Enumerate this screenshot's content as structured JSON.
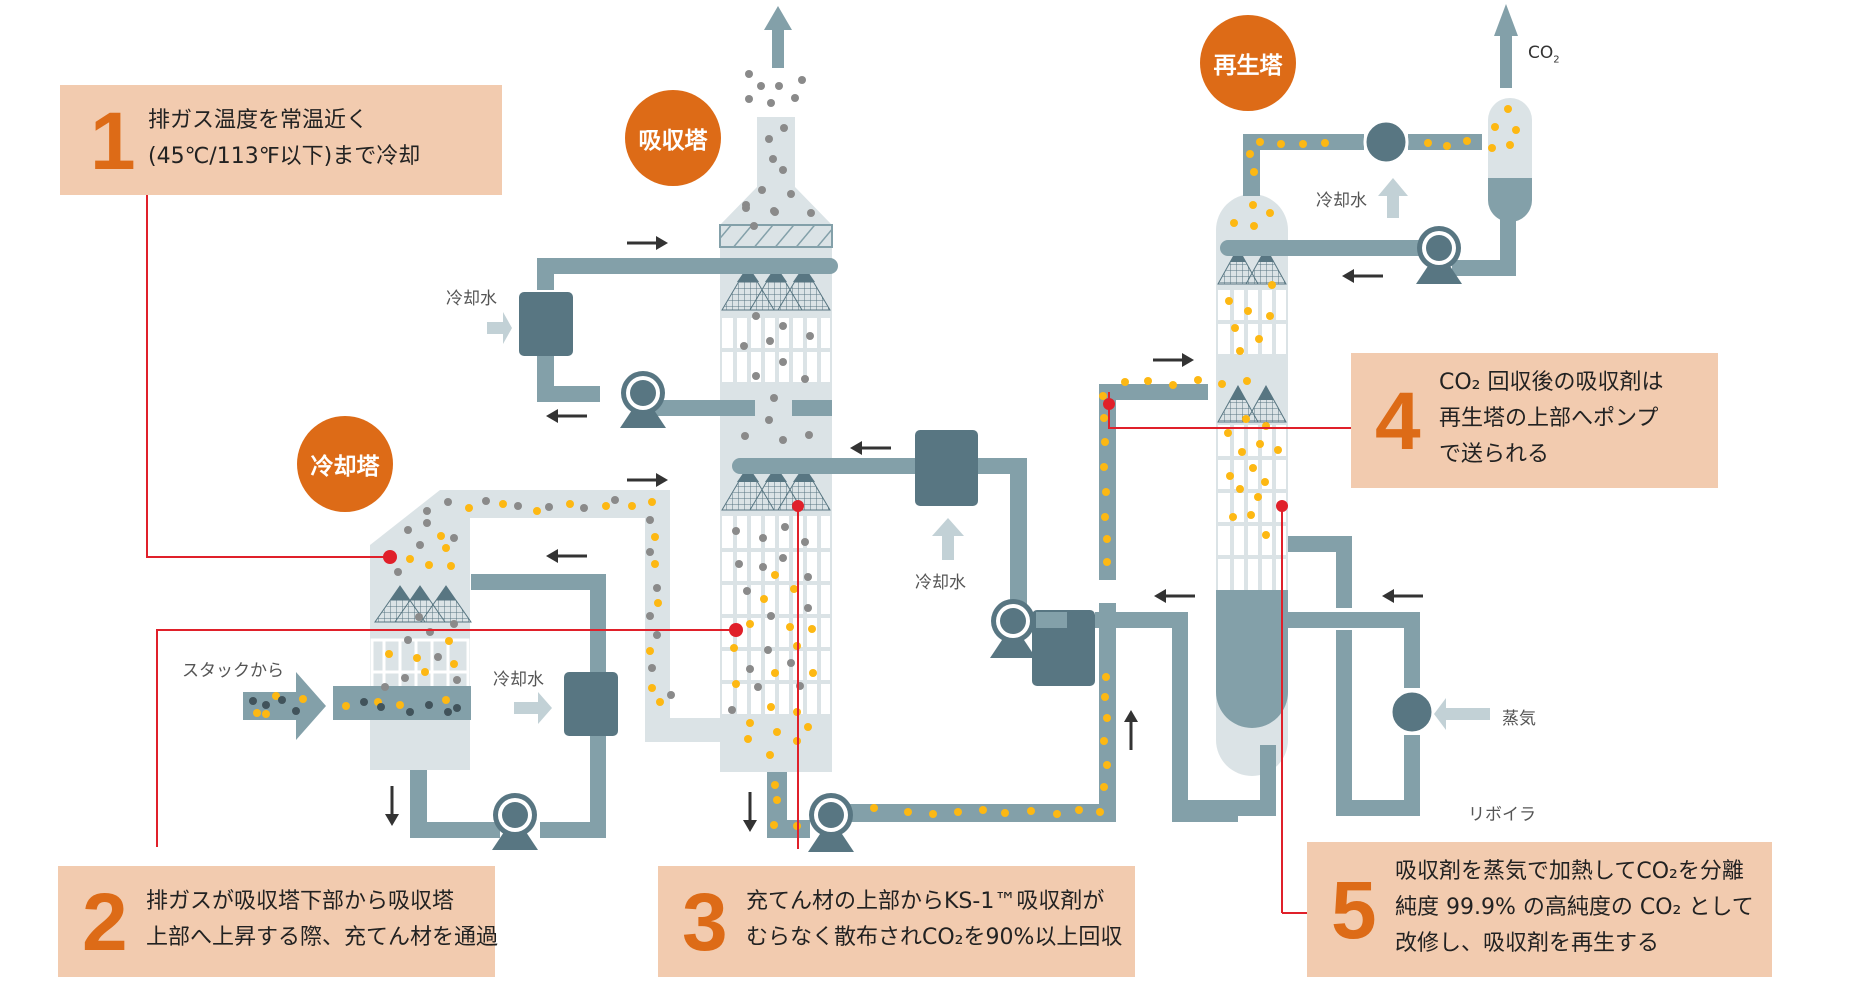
{
  "colors": {
    "accent": "#dd6b17",
    "callout_bg": "#f2cbaf",
    "pipe": "#83a0a9",
    "equipment": "#587682",
    "vessel": "#dbe3e6",
    "arrow_light": "#c2d1d6",
    "flow_arrow": "#333333",
    "leader": "#e0202a",
    "solvent_dot": "#fdb813",
    "gas_dot": "#8a8a8a",
    "flue_dot": "#41535b"
  },
  "towers": {
    "cooling": "冷却塔",
    "absorber": "吸収塔",
    "regenerator": "再生塔"
  },
  "labels": {
    "from_stack": "スタックから",
    "cooling_water": "冷却水",
    "steam": "蒸気",
    "reboiler": "リボイラ",
    "co2_out": "CO",
    "co2_sub": "2"
  },
  "callouts": [
    {
      "number": "1",
      "lines": [
        "排ガス温度を常温近く",
        "(45℃/113℉以下)まで冷却"
      ]
    },
    {
      "number": "2",
      "lines": [
        "排ガスが吸収塔下部から吸収塔",
        "上部へ上昇する際、充てん材を通過"
      ]
    },
    {
      "number": "3",
      "lines": [
        "充てん材の上部からKS-1™吸収剤が",
        "むらなく散布されCO₂を90%以上回収"
      ]
    },
    {
      "number": "4",
      "lines": [
        "CO₂ 回収後の吸収剤は",
        "再生塔の上部へポンプ",
        "で送られる"
      ]
    },
    {
      "number": "5",
      "lines": [
        "吸収剤を蒸気で加熱してCO₂を分離",
        "純度 99.9% の高純度の CO₂ として",
        "改修し、吸収剤を再生する"
      ]
    }
  ]
}
